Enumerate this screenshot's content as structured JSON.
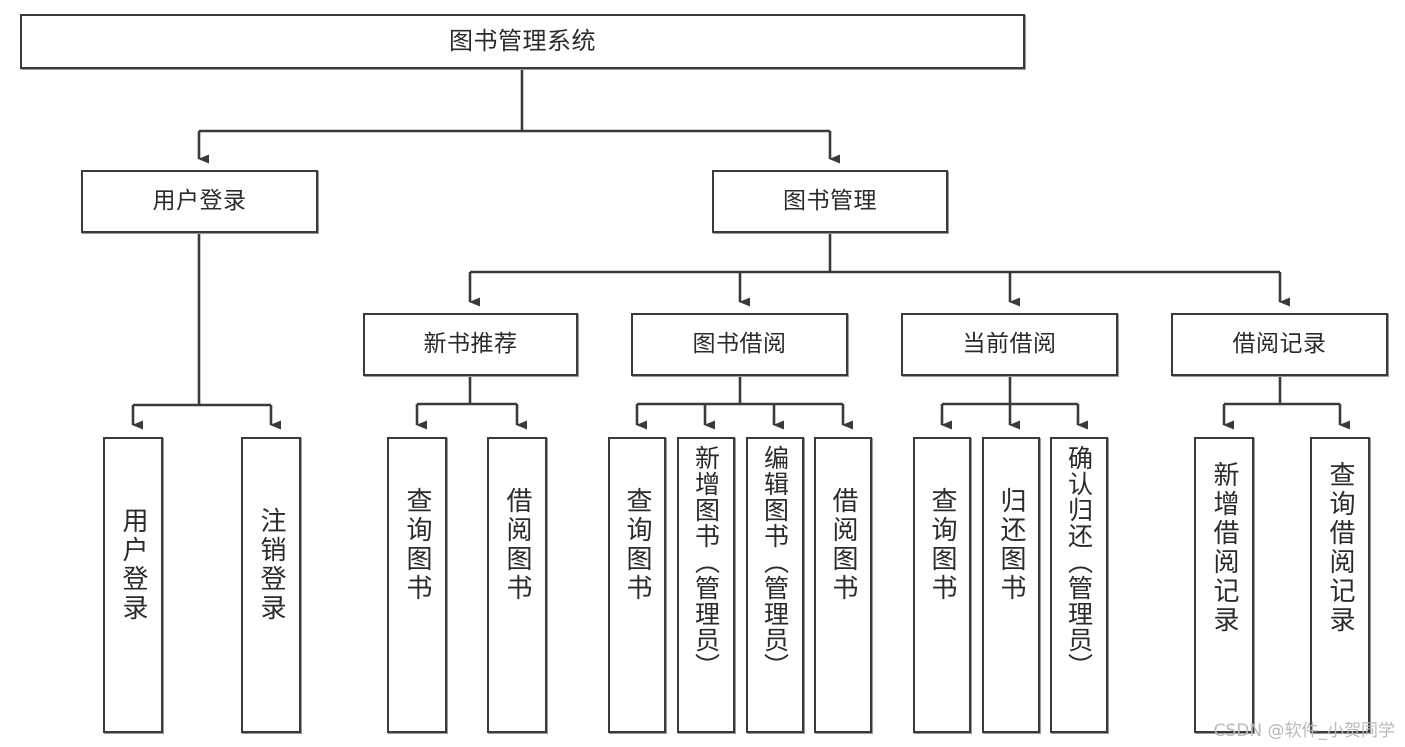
{
  "diagram": {
    "title": "图书管理系统",
    "type": "hierarchy-tree",
    "root": {
      "label": "图书管理系统"
    },
    "level2": [
      {
        "label": "用户登录"
      },
      {
        "label": "图书管理"
      }
    ],
    "level3": [
      {
        "label": "新书推荐"
      },
      {
        "label": "图书借阅"
      },
      {
        "label": "当前借阅"
      },
      {
        "label": "借阅记录"
      }
    ],
    "leaves": {
      "user_login": [
        {
          "label": "用户登录"
        },
        {
          "label": "注销登录"
        }
      ],
      "new_book_recommend": [
        {
          "label": "查询图书"
        },
        {
          "label": "借阅图书"
        }
      ],
      "book_borrow": [
        {
          "label": "查询图书"
        },
        {
          "label": "新增图书（管理员）"
        },
        {
          "label": "编辑图书（管理员）"
        },
        {
          "label": "借阅图书"
        }
      ],
      "current_borrow": [
        {
          "label": "查询图书"
        },
        {
          "label": "归还图书"
        },
        {
          "label": "确认归还（管理员）"
        }
      ],
      "borrow_record": [
        {
          "label": "新增借阅记录"
        },
        {
          "label": "查询借阅记录"
        }
      ]
    }
  },
  "watermark": {
    "text": "CSDN @软件_小贺同学"
  },
  "colors": {
    "border": "#3a3a3a",
    "text": "#2b2b2b",
    "background": "#ffffff",
    "watermark": "#b9b9b9"
  }
}
